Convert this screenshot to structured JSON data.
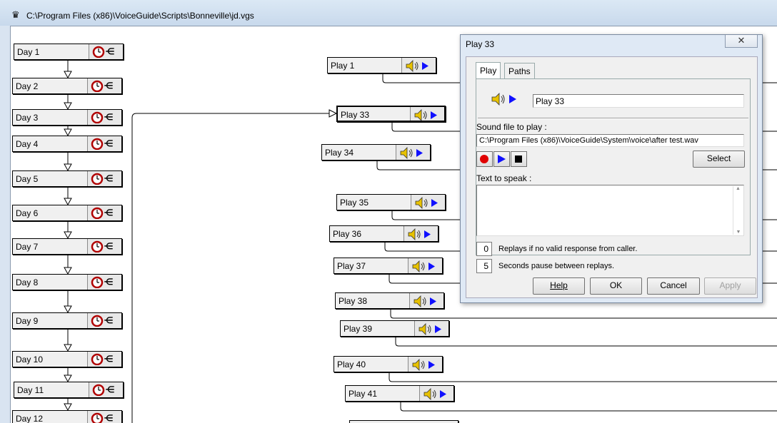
{
  "window": {
    "title": "C:\\Program Files (x86)\\VoiceGuide\\Scripts\\Bonneville\\jd.vgs"
  },
  "days": [
    "Day 1",
    "Day 2",
    "Day 3",
    "Day 4",
    "Day 5",
    "Day 6",
    "Day 7",
    "Day 8",
    "Day 9",
    "Day 10",
    "Day 11",
    "Day 12"
  ],
  "plays": [
    "Play 1",
    "Play 33",
    "Play 34",
    "Play 35",
    "Play 36",
    "Play 37",
    "Play 38",
    "Play 39",
    "Play 40",
    "Play 41"
  ],
  "dialog": {
    "title": "Play 33",
    "close_label": "✕",
    "tabs": [
      "Play",
      "Paths"
    ],
    "module_name": "Play 33",
    "sound_file_label": "Sound file to play :",
    "sound_file_value": "C:\\Program Files (x86)\\VoiceGuide\\System\\voice\\after test.wav",
    "select_label": "Select",
    "tts_label": "Text to speak :",
    "tts_value": "",
    "replays_value": "0",
    "replays_label": "Replays if no valid response from caller.",
    "pause_value": "5",
    "pause_label": "Seconds pause between replays.",
    "buttons": {
      "help": "Help",
      "ok": "OK",
      "cancel": "Cancel",
      "apply": "Apply"
    }
  },
  "icons": {
    "window": "voiceguide-app-icon",
    "day": "clock-icon",
    "play": "speaker-play-icon"
  }
}
